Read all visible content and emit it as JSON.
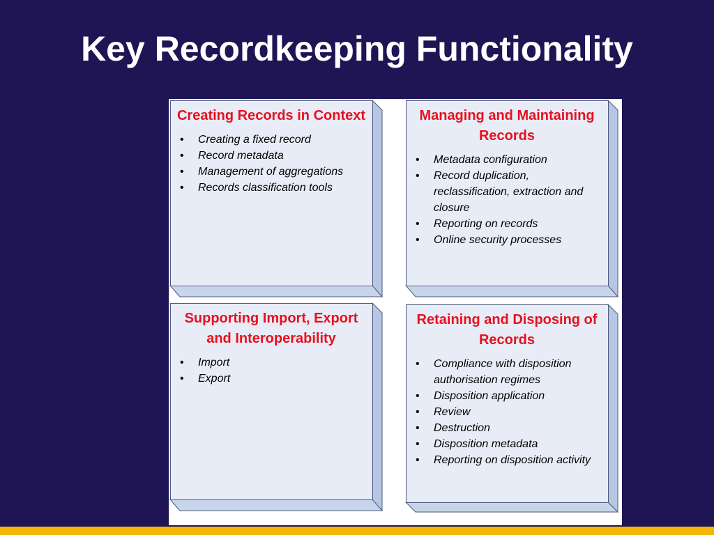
{
  "slide": {
    "title": "Key Recordkeeping Functionality"
  },
  "boxes": [
    {
      "title": "Creating Records in Context",
      "items": [
        "Creating a fixed record",
        "Record metadata",
        "Management of aggregations",
        "Records classification tools"
      ]
    },
    {
      "title": "Managing and Maintaining Records",
      "items": [
        "Metadata configuration",
        "Record duplication, reclassification, extraction and closure",
        "Reporting on records",
        "Online security processes"
      ]
    },
    {
      "title": "Supporting Import, Export and Interoperability",
      "items": [
        "Import",
        "Export"
      ]
    },
    {
      "title": "Retaining and Disposing of Records",
      "items": [
        "Compliance with disposition authorisation regimes",
        "Disposition application",
        "Review",
        "Destruction",
        "Disposition metadata",
        "Reporting on disposition activity"
      ]
    }
  ],
  "colors": {
    "background": "#1f1554",
    "title_text": "#ffffff",
    "box_title": "#e8101e",
    "box_face": "#e8ecf7",
    "box_side": "#b7c6e3",
    "accent_bar": "#f2b705"
  }
}
